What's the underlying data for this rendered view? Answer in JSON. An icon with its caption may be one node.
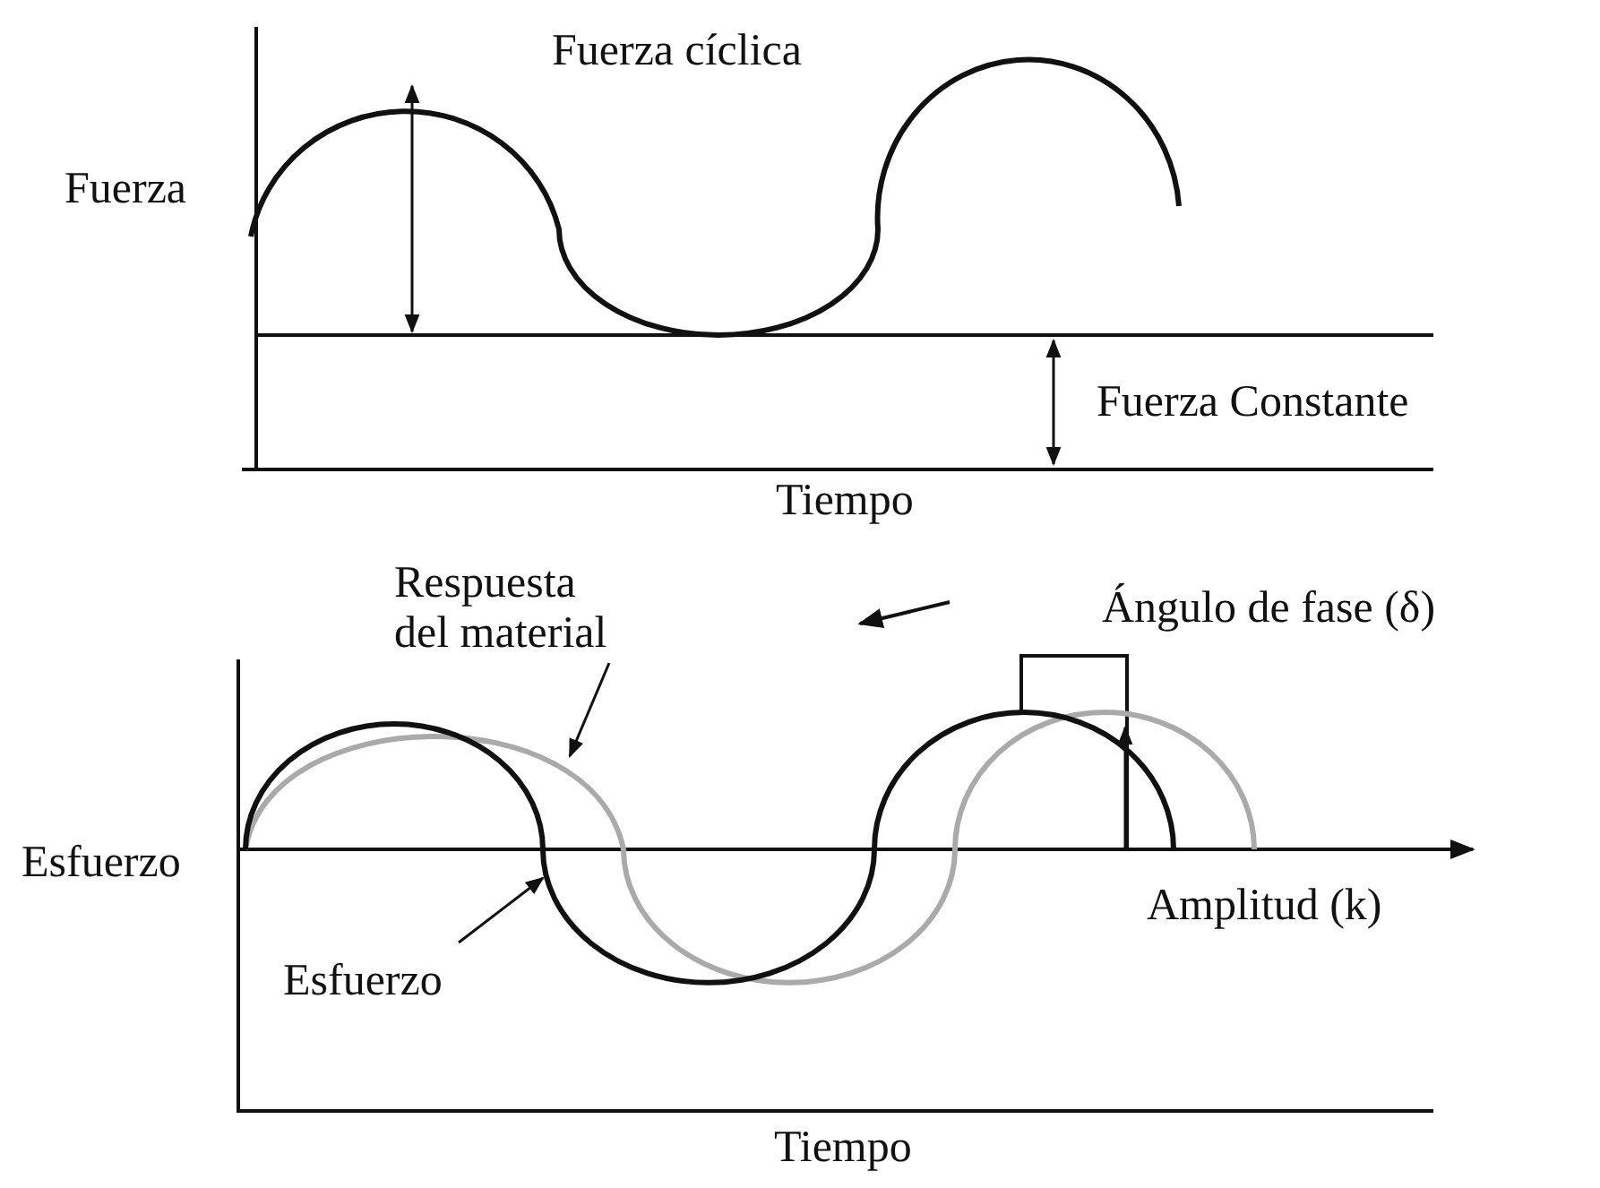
{
  "diagram": {
    "nodes": [
      {
        "text": [
          "Respuesta del material"
        ]
      },
      {
        "text": [],
        "shape": "curve"
      },
      {
        "text": [
          "Esfuerzo"
        ]
      },
      {
        "text": [],
        "shape": "curve"
      }
    ],
    "edges": [
      {
        "from": 0,
        "to": 1,
        "arrow": "to"
      },
      {
        "from": 2,
        "to": 3,
        "arrow": "to"
      }
    ],
    "labels": [
      "Fuerza cíclica",
      "Fuerza",
      "Fuerza Constante",
      "Tiempo",
      "Ángulo de fase (δ)",
      "Esfuerzo",
      "Amplitud (k)",
      "Tiempo"
    ]
  }
}
